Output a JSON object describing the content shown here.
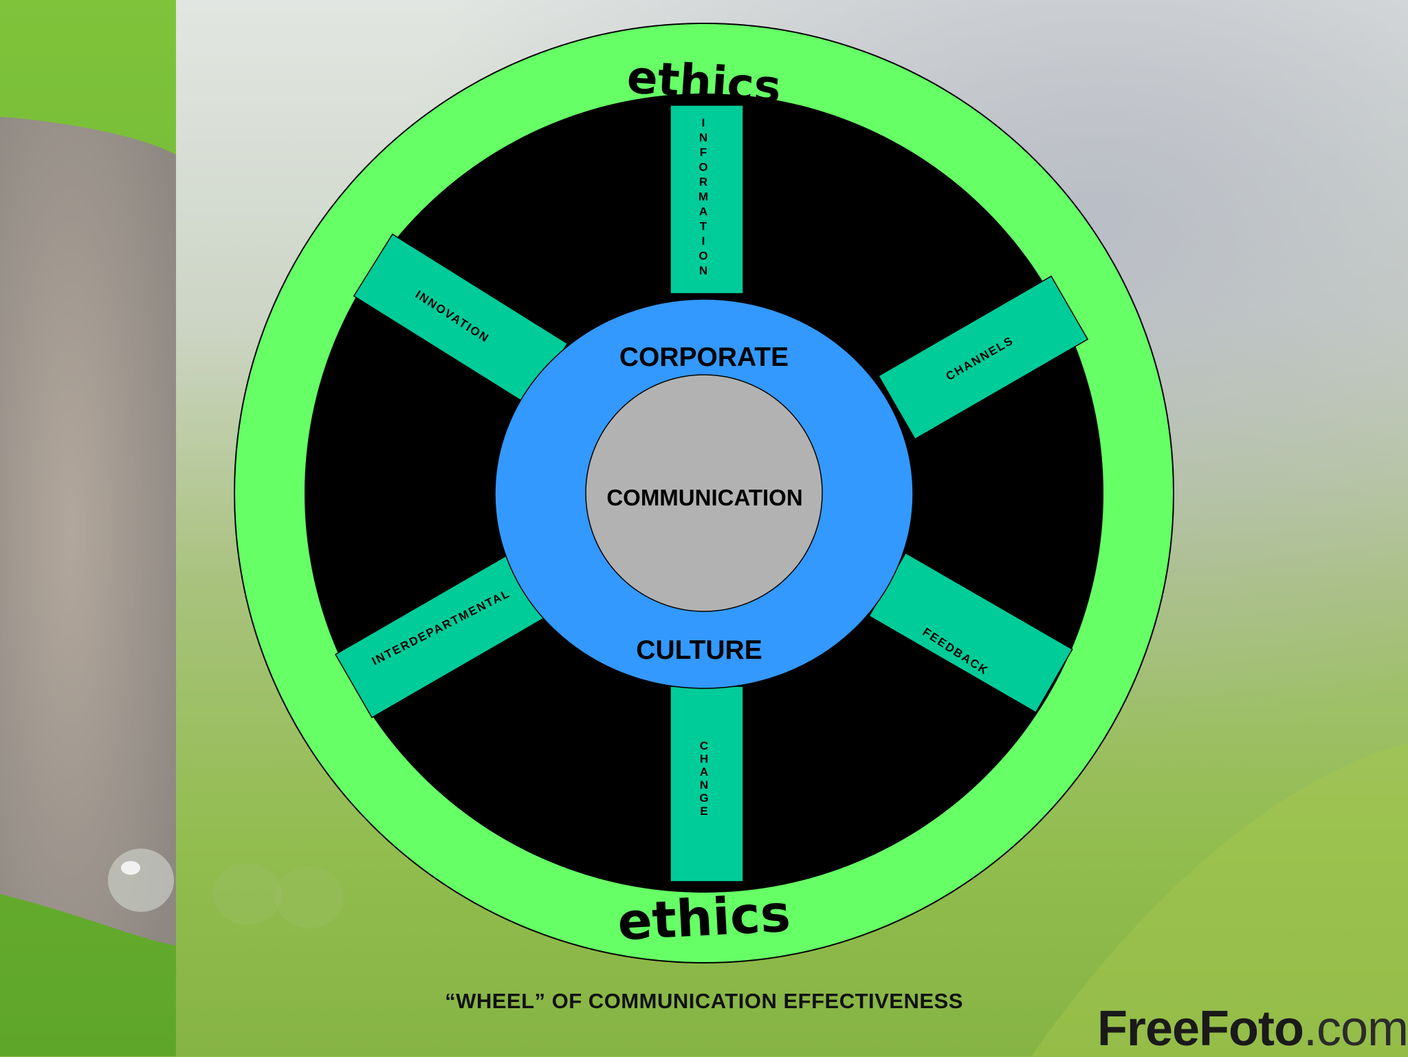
{
  "diagram": {
    "ethics_top": "ethics",
    "ethics_bottom": "ethics",
    "ring_top_label": "CORPORATE",
    "ring_bottom_label": "CULTURE",
    "hub_label": "COMMUNICATION",
    "spokes": {
      "information": "INFORMATION",
      "channels": "CHANNELS",
      "feedback": "FEEDBACK",
      "change": "CHANGE",
      "interdepartmental": "INTERDEPARTMENTAL",
      "innovation": "INNOVATION"
    }
  },
  "caption": "“WHEEL” OF COMMUNICATION EFFECTIVENESS",
  "watermark": {
    "brand": "FreeFoto",
    "tld": ".com"
  },
  "colors": {
    "outer_ring": "#66ff66",
    "wheel": "#000000",
    "spoke": "#00cc99",
    "inner_ring": "#3399ff",
    "hub": "#b2b2b2"
  }
}
